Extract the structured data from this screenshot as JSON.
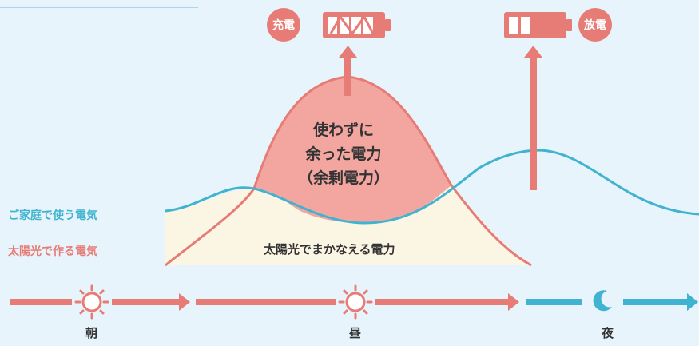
{
  "badges": {
    "charge": "充電",
    "discharge": "放電"
  },
  "surplus_label": {
    "line1": "使わずに",
    "line2": "余った電力",
    "line3": "（余剰電力）"
  },
  "covered_label": "太陽光でまかなえる電力",
  "legend": {
    "household": "ご家庭で使う電気",
    "solar": "太陽光で作る電気"
  },
  "timeline": {
    "morning": "朝",
    "noon": "昼",
    "night": "夜"
  },
  "colors": {
    "background": "#e8f4fb",
    "solar_red": "#e77c76",
    "surplus_fill": "#f3a6a0",
    "covered_fill": "#fbf6e4",
    "household_blue": "#3fb3cf",
    "battery_red": "#e77c76"
  },
  "icons": {
    "charge_battery": "battery-charging-icon",
    "discharge_battery": "battery-low-icon",
    "sun_morning": "sun-icon",
    "sun_noon": "sun-icon",
    "moon_night": "moon-icon"
  }
}
